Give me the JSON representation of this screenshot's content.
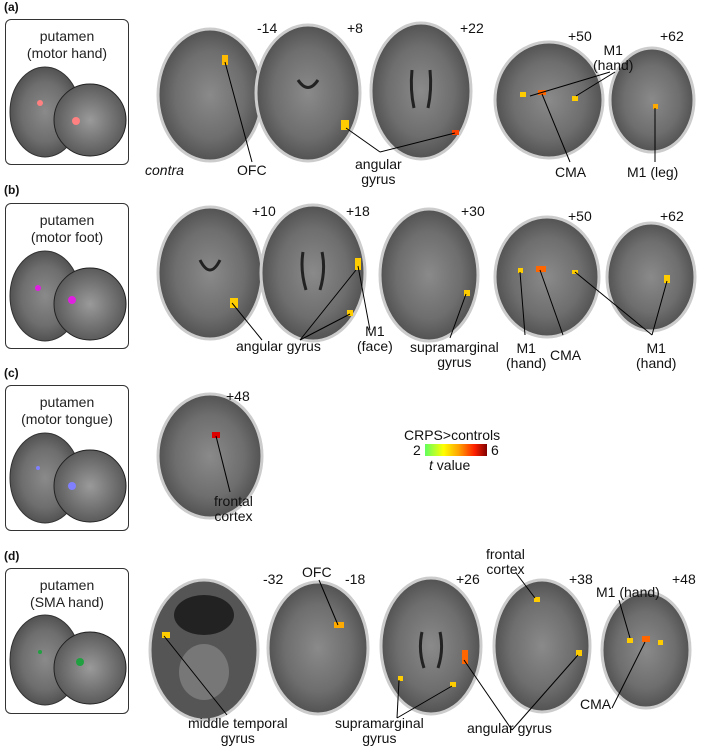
{
  "panels": [
    {
      "id": "a",
      "label": "(a)",
      "seed_title": [
        "putamen",
        "(motor hand)"
      ],
      "seed_color": "#ff8080",
      "slices": [
        "-14",
        "+8",
        "+22",
        "+50",
        "+62"
      ],
      "contra": "contra",
      "annotations": [
        "OFC",
        "angular",
        "gyrus",
        "M1",
        "(hand)",
        "CMA",
        "M1 (leg)"
      ]
    },
    {
      "id": "b",
      "label": "(b)",
      "seed_title": [
        "putamen",
        "(motor foot)"
      ],
      "seed_color": "#e020e0",
      "slices": [
        "+10",
        "+18",
        "+30",
        "+50",
        "+62"
      ],
      "annotations": [
        "angular gyrus",
        "M1",
        "(face)",
        "supramarginal",
        "gyrus",
        "M1",
        "(hand)",
        "CMA",
        "M1",
        "(hand)"
      ]
    },
    {
      "id": "c",
      "label": "(c)",
      "seed_title": [
        "putamen",
        "(motor tongue)"
      ],
      "seed_color": "#8080ff",
      "slices": [
        "+48"
      ],
      "annotations": [
        "frontal",
        "cortex"
      ]
    },
    {
      "id": "d",
      "label": "(d)",
      "seed_title": [
        "putamen",
        "(SMA hand)"
      ],
      "seed_color": "#20a040",
      "slices": [
        "-32",
        "-18",
        "+26",
        "+38",
        "+48"
      ],
      "annotations": [
        "OFC",
        "frontal",
        "cortex",
        "M1 (hand)",
        "middle temporal",
        "gyrus",
        "supramarginal",
        "gyrus",
        "angular gyrus",
        "CMA"
      ]
    }
  ],
  "colorbar": {
    "title": "CRPS>controls",
    "min": "2",
    "max": "6",
    "unit_italic": "t",
    "unit_rest": " value",
    "gradient": [
      "#60ff60",
      "#ffff00",
      "#ffa000",
      "#ff2000",
      "#800000"
    ]
  }
}
